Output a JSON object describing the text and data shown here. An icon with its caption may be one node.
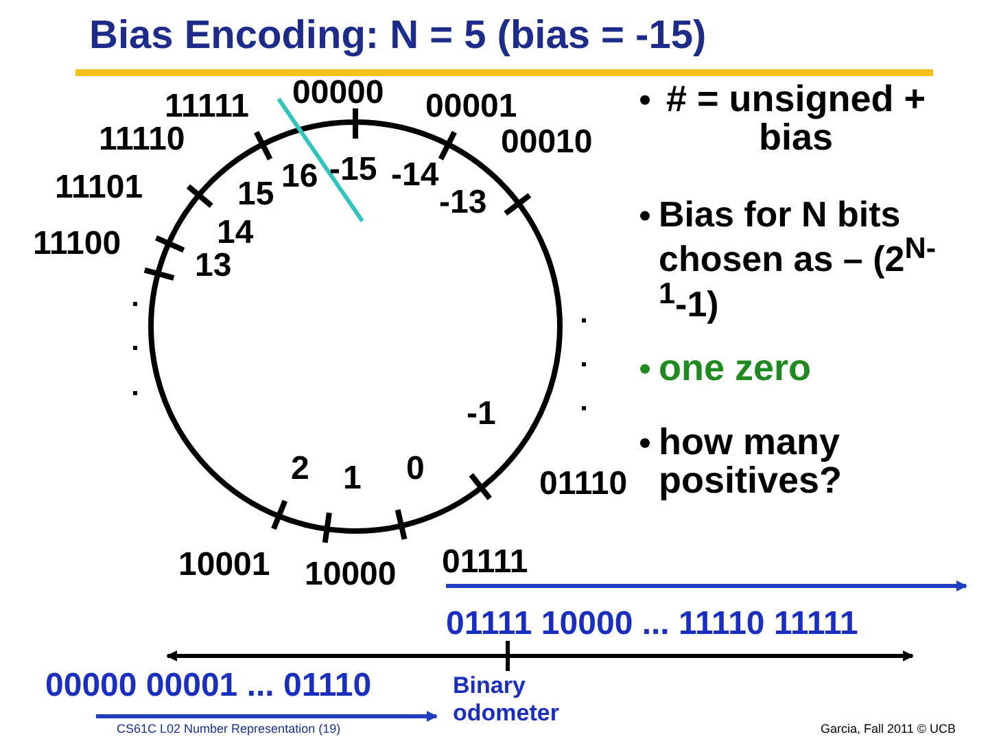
{
  "diagram": {
    "title": "Bias Encoding: N = 5 (bias = -15)",
    "labels": [
      "00000",
      "11111",
      "00001",
      "# = unsigned + bias",
      "11110",
      "00010",
      "11101",
      "15",
      "16",
      "-15",
      "-14",
      "-13",
      "Bias for N bits chosen as – (2$^{N-1}$-1)",
      "14",
      "11100",
      "13",
      "one zero",
      "-1",
      "how many positives?",
      "2",
      "1",
      "0",
      "01110",
      "10001",
      "10000",
      "01111",
      "01111 10000 ... 11110 11111",
      "00000 00001 ... 01110",
      "Binary odometer",
      "CS61C L02 Number Representation (19)",
      "Garcia, Fall 2011 © UCB"
    ]
  }
}
